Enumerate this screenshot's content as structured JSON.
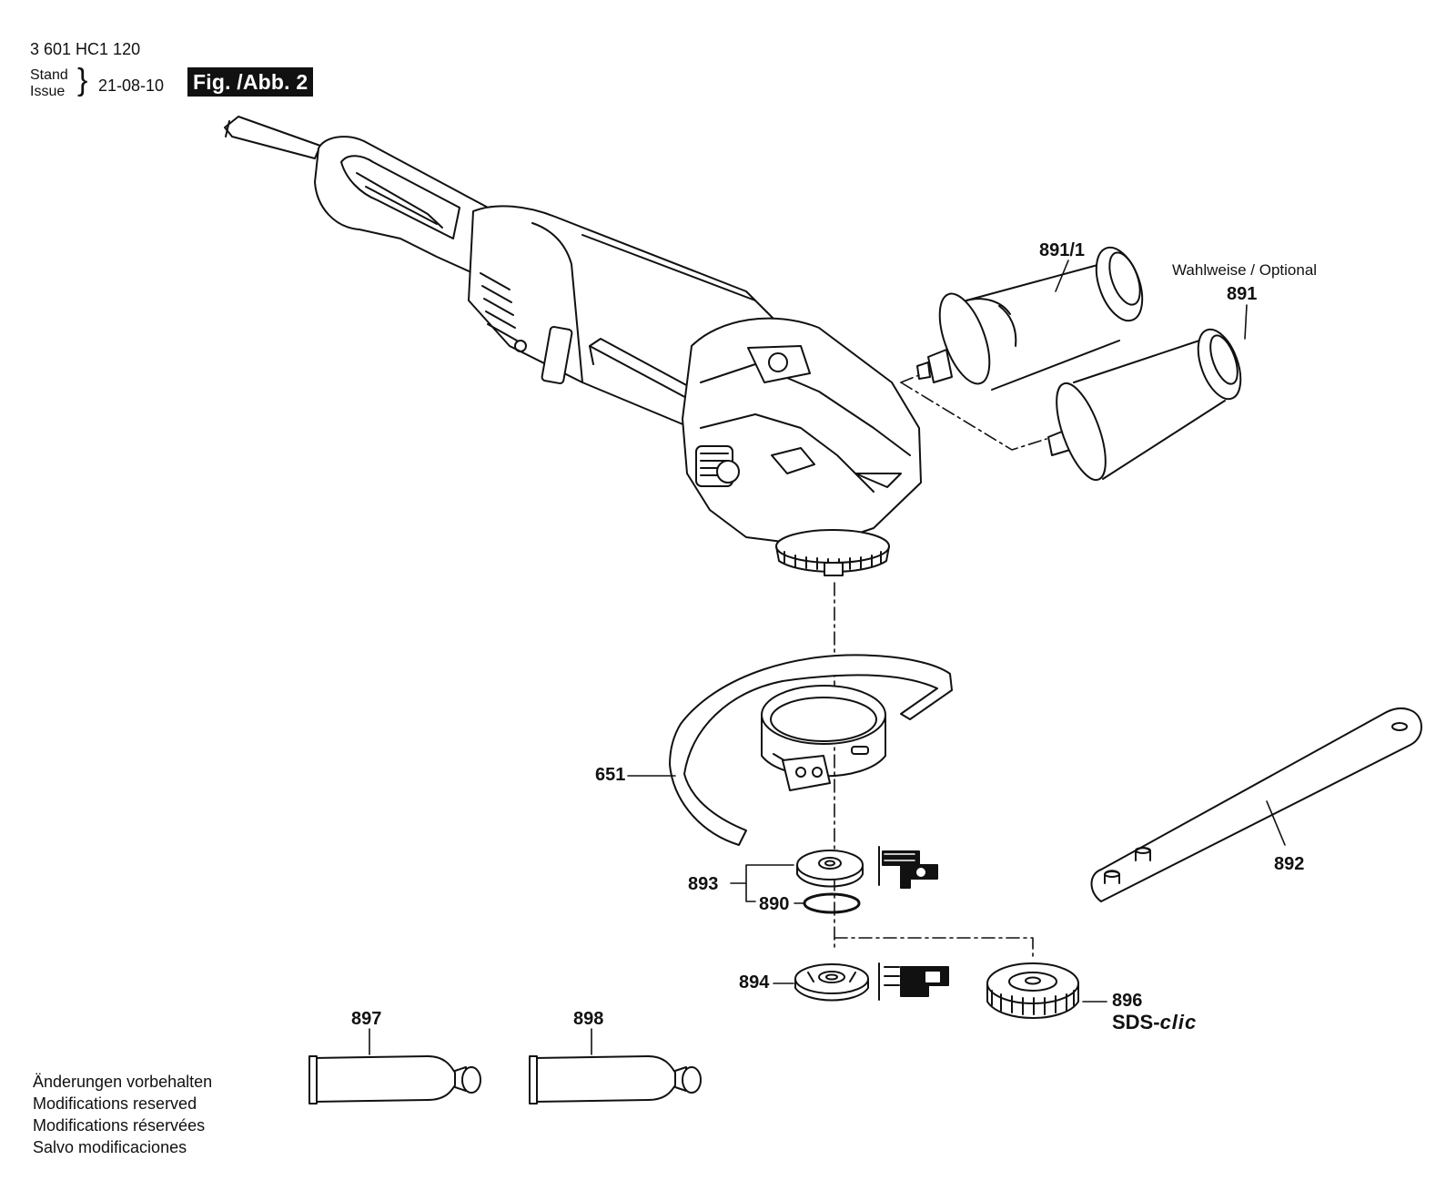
{
  "header": {
    "part_number": "3 601 HC1 120",
    "stand_label": "Stand",
    "issue_label": "Issue",
    "date": "21-08-10",
    "figure_label": "Fig. /Abb. 2"
  },
  "optional_note": "Wahlweise / Optional",
  "parts": [
    {
      "id": "891/1"
    },
    {
      "id": "891"
    },
    {
      "id": "651"
    },
    {
      "id": "892"
    },
    {
      "id": "893"
    },
    {
      "id": "890"
    },
    {
      "id": "894"
    },
    {
      "id": "896"
    },
    {
      "id": "897"
    },
    {
      "id": "898"
    }
  ],
  "sds_brand": {
    "prefix": "SDS-",
    "suffix": "clic"
  },
  "modifications_notice": [
    "Änderungen vorbehalten",
    "Modifications reserved",
    "Modifications réservées",
    "Salvo modificaciones"
  ],
  "colors": {
    "ink": "#111111",
    "background": "#ffffff",
    "shade": "#cfcfcf"
  }
}
